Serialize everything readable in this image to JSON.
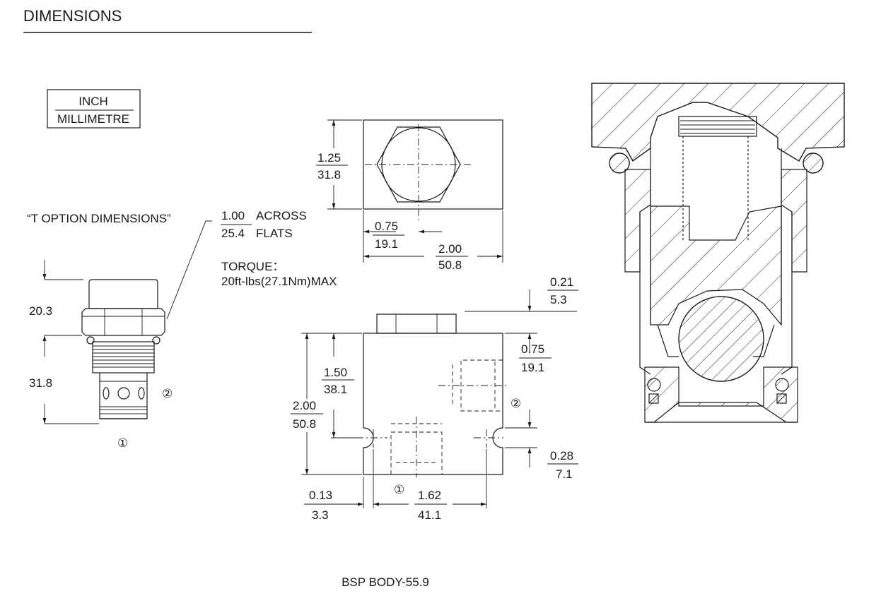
{
  "header": {
    "title": "DIMENSIONS"
  },
  "units_legend": {
    "top": "INCH",
    "bottom": "MILLIMETRE"
  },
  "t_option": {
    "label": "“T OPTION DIMENSIONS”",
    "flats_inch": "1.00",
    "flats_mm": "25.4",
    "across_text": "ACROSS",
    "flats_text": "FLATS",
    "torque_label": "TORQUE：",
    "torque_value": "20ft-lbs(27.1Nm)MAX"
  },
  "cartridge_dims": {
    "upper_mm": "20.3",
    "lower_mm": "31.8"
  },
  "ports": {
    "port1": "①",
    "port2": "②"
  },
  "top_view": {
    "height_inch": "1.25",
    "height_mm": "31.8",
    "center_inch": "0.75",
    "center_mm": "19.1",
    "width_inch": "2.00",
    "width_mm": "50.8"
  },
  "front_view": {
    "hex_inch": "0.21",
    "hex_mm": "5.3",
    "port2_inch": "0.75",
    "port2_mm": "19.1",
    "port1_height_inch": "1.50",
    "port1_height_mm": "38.1",
    "total_height_inch": "2.00",
    "total_height_mm": "50.8",
    "bottom_offset_inch": "0.28",
    "bottom_offset_mm": "7.1",
    "left_offset_inch": "0.13",
    "left_offset_mm": "3.3",
    "hole_span_inch": "1.62",
    "hole_span_mm": "41.1"
  },
  "footer": {
    "caption": "BSP BODY-55.9"
  }
}
